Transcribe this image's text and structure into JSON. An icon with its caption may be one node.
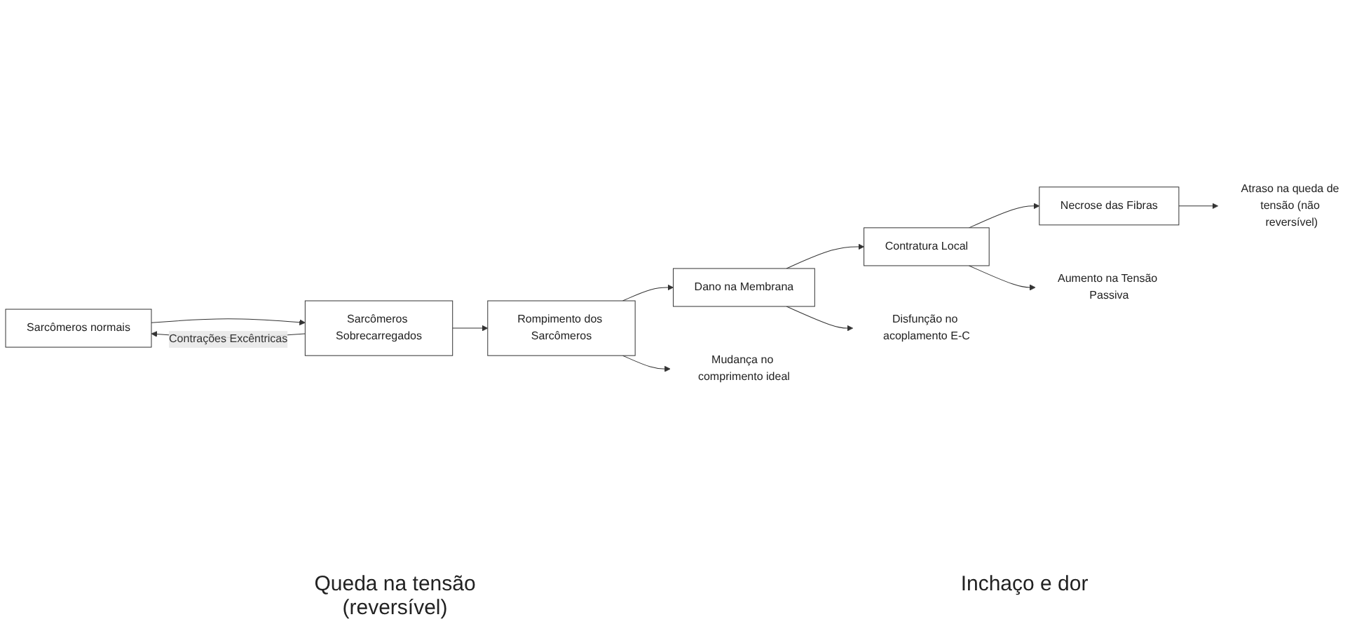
{
  "diagram": {
    "nodes": [
      {
        "text": [
          "Sarcômeros normais"
        ]
      },
      {
        "text": [
          "Sarcômeros Sobrecarregados"
        ]
      },
      {
        "text": [
          "Rompimento dos Sarcômeros"
        ]
      },
      {
        "text": [
          "Dano na Membrana"
        ]
      },
      {
        "text": [
          "Contratura Local"
        ]
      },
      {
        "text": [
          "Necrose das Fibras"
        ]
      },
      {
        "text": [
          "Mudança no comprimento ideal"
        ]
      },
      {
        "text": [
          "Disfunção no acoplamento E-C"
        ]
      },
      {
        "text": [
          "Aumento na Tensão Passiva"
        ]
      },
      {
        "text": [
          "Atraso na queda de tensão (não reversível)"
        ]
      }
    ],
    "edges": [
      {
        "from": 0,
        "to": 1,
        "arrow": "to"
      },
      {
        "from": 1,
        "to": 0,
        "arrow": "to",
        "label": "Contrações Excêntricas"
      },
      {
        "from": 1,
        "to": 2,
        "arrow": "to"
      },
      {
        "from": 2,
        "to": 3,
        "arrow": "to"
      },
      {
        "from": 3,
        "to": 4,
        "arrow": "to"
      },
      {
        "from": 4,
        "to": 5,
        "arrow": "to"
      },
      {
        "from": 2,
        "to": 6,
        "arrow": "to"
      },
      {
        "from": 3,
        "to": 7,
        "arrow": "to"
      },
      {
        "from": 4,
        "to": 8,
        "arrow": "to"
      },
      {
        "from": 5,
        "to": 9,
        "arrow": "to"
      }
    ],
    "labels": [
      "Queda na tensão (reversível)",
      "Inchaço e dor"
    ]
  }
}
